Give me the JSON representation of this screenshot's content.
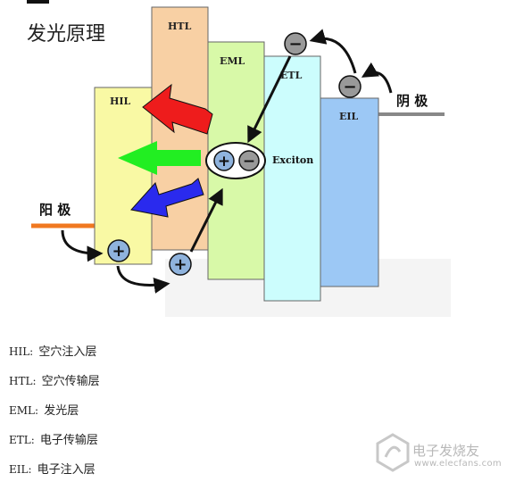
{
  "title": "发光原理",
  "layers": {
    "hil": {
      "label": "HIL",
      "color": "#f9f9a4"
    },
    "htl": {
      "label": "HTL",
      "color": "#f8d0a4"
    },
    "eml": {
      "label": "EML",
      "color": "#d8f9a8"
    },
    "etl": {
      "label": "ETL",
      "color": "#ccfdfd"
    },
    "eil": {
      "label": "EIL",
      "color": "#9cc8f5"
    }
  },
  "exciton_label": "Exciton",
  "anode_label": "阳 极",
  "cathode_label": "阴 极",
  "charges": {
    "plus": "+",
    "minus": "−"
  },
  "arrow_colors": {
    "red": "#ee1c1c",
    "green": "#22ee22",
    "blue": "#2a2aee"
  },
  "legend": [
    {
      "abbr": "HIL:",
      "desc": "空穴注入层"
    },
    {
      "abbr": "HTL:",
      "desc": "空穴传输层"
    },
    {
      "abbr": "EML:",
      "desc": "发光层"
    },
    {
      "abbr": "ETL:",
      "desc": "电子传输层"
    },
    {
      "abbr": "EIL:",
      "desc": "电子注入层"
    }
  ],
  "watermark": {
    "text": "电子发烧友",
    "url": "www.elecfans.com"
  }
}
